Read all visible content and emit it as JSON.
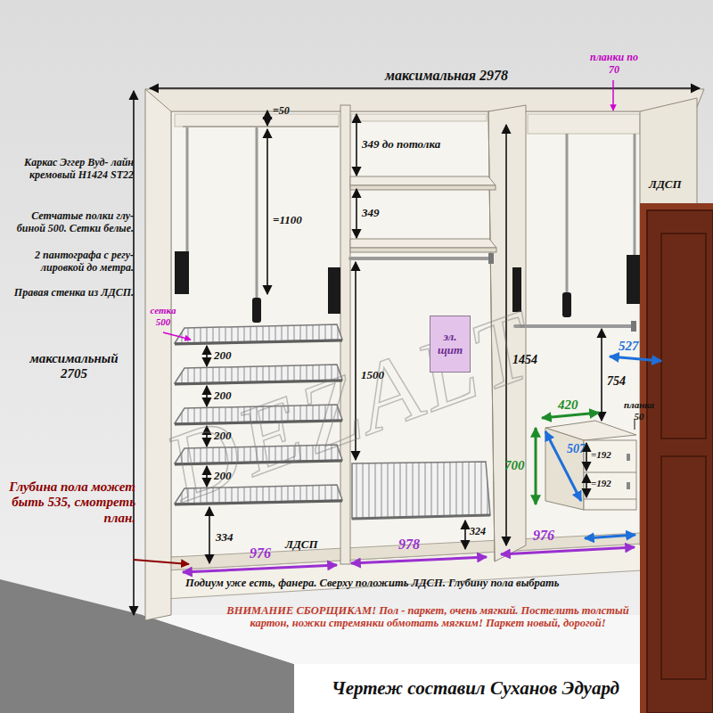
{
  "diagram": {
    "caption": "Чертеж составил Суханов Эдуард",
    "nodes": [
      {
        "text": [
          "эл. щит"
        ]
      }
    ],
    "labels": [
      "максимальная 2978",
      "планки по 70",
      "=50",
      "349 до потолка",
      "349",
      "=1100",
      "Каркас Эггер Вуд- лайн кремовый H1424 ST22",
      "Сетчатые полки глу- биной 500. Сетки белые.",
      "2 пантографа с регу- лировкой до метра.",
      "Правая стенка из ЛДСП.",
      "сетка 500",
      "максимальный 2705",
      "Глубина пола может быть 535, смотреть план.",
      "ЛДСП",
      "1500",
      "1454",
      "754",
      "527",
      "420",
      "планка 50",
      "507",
      "700",
      "=192",
      "=192",
      "200",
      "200",
      "200",
      "200",
      "334",
      "324",
      "976",
      "ЛДСП",
      "978",
      "976",
      "Подиум уже есть, фанера. Сверху положить ЛДСП. Глубину пола выбрать",
      "ВНИМАНИЕ СБОРЩИКАМ! Пол - паркет, очень мягкий. Постелить толстый картон, ножки стремянки обмотать мягким! Паркет новый, дорогой!",
      "DEZALT"
    ]
  }
}
